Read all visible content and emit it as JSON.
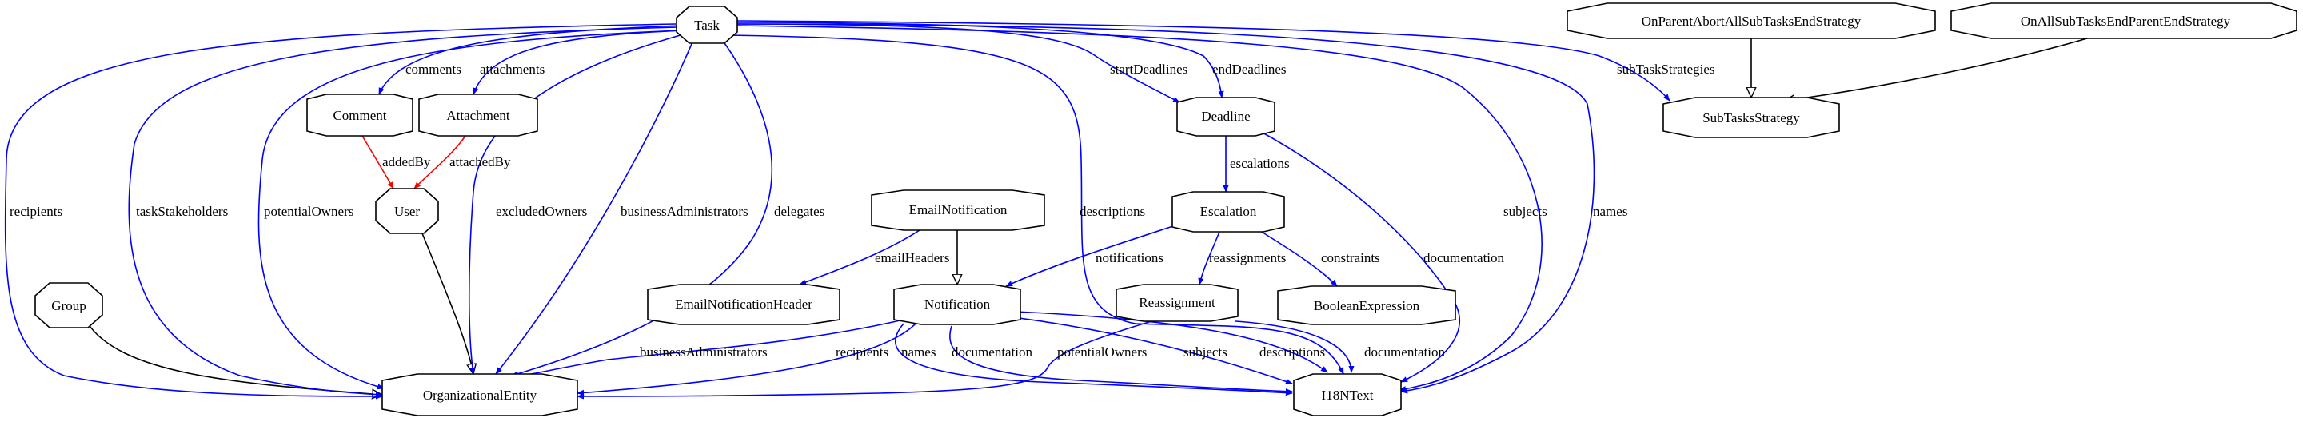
{
  "colors": {
    "association": "#0000ff",
    "owner": "#ff0000",
    "inheritance": "#000000"
  },
  "nodes": {
    "task": "Task",
    "comment": "Comment",
    "attachment": "Attachment",
    "user": "User",
    "group": "Group",
    "organizational_entity": "OrganizationalEntity",
    "deadline": "Deadline",
    "escalation": "Escalation",
    "notification": "Notification",
    "email_notification": "EmailNotification",
    "email_notification_header": "EmailNotificationHeader",
    "reassignment": "Reassignment",
    "boolean_expression": "BooleanExpression",
    "i18n_text": "I18NText",
    "sub_tasks_strategy": "SubTasksStrategy",
    "on_parent_abort": "OnParentAbortAllSubTasksEndStrategy",
    "on_all_sub_tasks_end": "OnAllSubTasksEndParentEndStrategy"
  },
  "edges": {
    "comments": "comments",
    "attachments": "attachments",
    "added_by": "addedBy",
    "attached_by": "attachedBy",
    "start_deadlines": "startDeadlines",
    "end_deadlines": "endDeadlines",
    "sub_task_strategies": "subTaskStrategies",
    "recipients": "recipients",
    "task_stakeholders": "taskStakeholders",
    "potential_owners": "potentialOwners",
    "excluded_owners": "excludedOwners",
    "business_administrators": "businessAdministrators",
    "delegates": "delegates",
    "descriptions": "descriptions",
    "subjects": "subjects",
    "names": "names",
    "escalations": "escalations",
    "documentation": "documentation",
    "notifications": "notifications",
    "reassignments": "reassignments",
    "constraints": "constraints",
    "email_headers": "emailHeaders",
    "n_business_administrators": "businessAdministrators",
    "n_recipients": "recipients",
    "n_names": "names",
    "n_documentation": "documentation",
    "r_potential_owners": "potentialOwners",
    "n_subjects": "subjects",
    "n_descriptions": "descriptions",
    "r_documentation": "documentation"
  }
}
